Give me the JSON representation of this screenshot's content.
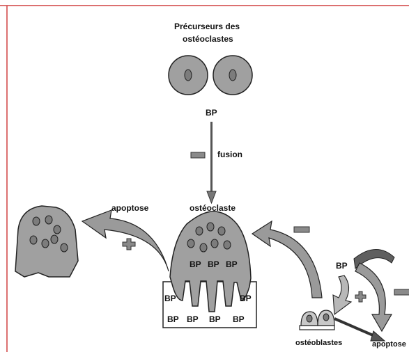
{
  "labels": {
    "precursors_line1": "Précurseurs des",
    "precursors_line2": "ostéoclastes",
    "bp_top": "BP",
    "fusion": "fusion",
    "osteoclast": "ostéoclaste",
    "apoptosis_left": "apoptose",
    "bp_cell_1": "BP",
    "bp_cell_2": "BP",
    "bp_cell_3": "BP",
    "bp_bone_1": "BP",
    "bp_bone_2": "BP",
    "bp_bone_3": "BP",
    "bp_bone_4": "BP",
    "bp_bone_5": "BP",
    "bp_bone_6": "BP",
    "bp_right": "BP",
    "osteoblasts": "ostéoblastes",
    "apoptosis_right": "apoptose"
  },
  "colors": {
    "border": "#d04040",
    "cell_fill": "#a0a0a0",
    "nucleus_fill": "#7c7c7c",
    "arrow_fill": "#9a9a9a",
    "sign_fill": "#8a8a8a",
    "outline": "#222222"
  },
  "icons": {
    "inhibit_sign": "minus-sign",
    "stimulate_sign": "plus-sign"
  }
}
